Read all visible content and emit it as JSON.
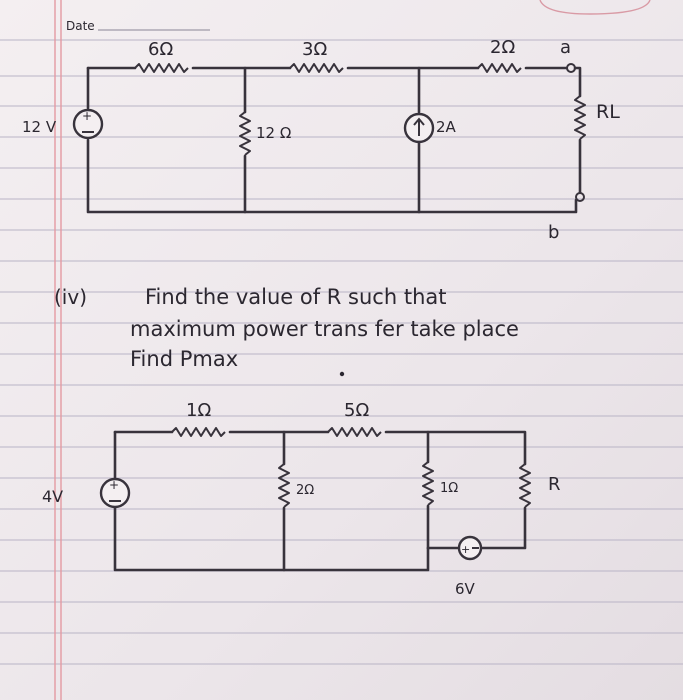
{
  "header": {
    "date_label": "Date"
  },
  "circuit1": {
    "source": "12 V",
    "r_6": "6Ω",
    "r_3": "3Ω",
    "r_2": "2Ω",
    "r_12": "12 Ω",
    "current_source": "2A",
    "load": "RL",
    "node_a": "a",
    "node_b": "b"
  },
  "problem": {
    "number": "(iv)",
    "line1": "Find the value of R such that",
    "line2": "maximum power trans fer take place",
    "line3": "Find Pmax"
  },
  "circuit2": {
    "source": "4V",
    "r_1": "1Ω",
    "r_5": "5Ω",
    "r_2": "2Ω",
    "r_1b": "1Ω",
    "load": "R",
    "source2": "6V"
  }
}
